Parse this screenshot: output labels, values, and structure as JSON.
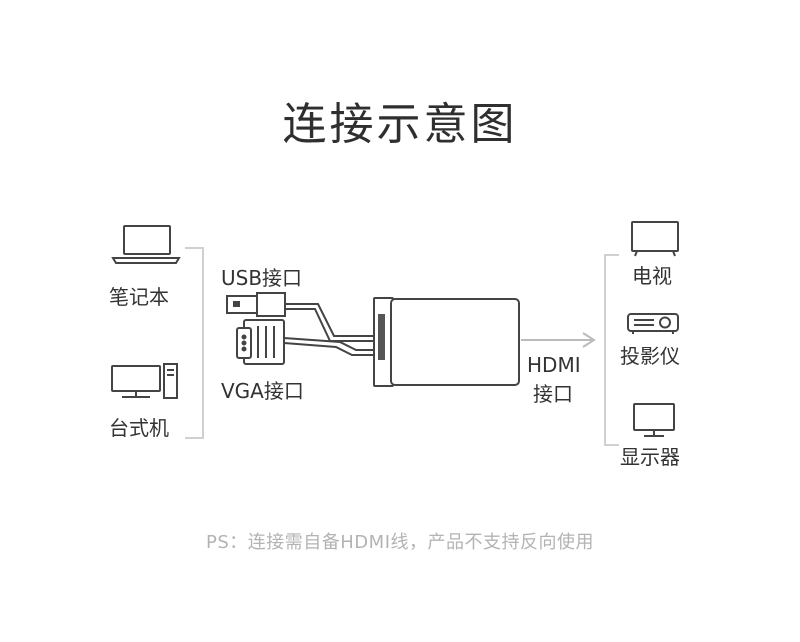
{
  "title": "连接示意图",
  "sources": [
    {
      "label": "笔记本",
      "icon": "laptop-icon"
    },
    {
      "label": "台式机",
      "icon": "desktop-computer-icon"
    }
  ],
  "ports": {
    "usb": "USB接口",
    "vga": "VGA接口",
    "hdmi_line1": "HDMI",
    "hdmi_line2": "接口"
  },
  "targets": [
    {
      "label": "电视",
      "icon": "tv-icon"
    },
    {
      "label": "投影仪",
      "icon": "projector-icon"
    },
    {
      "label": "显示器",
      "icon": "monitor-icon"
    }
  ],
  "note": "PS：连接需自备HDMI线，产品不支持反向使用",
  "colors": {
    "line": "#444444",
    "bracket": "#d0d0d0",
    "arrow": "#bbbbbb",
    "note": "#b3b3b3"
  }
}
